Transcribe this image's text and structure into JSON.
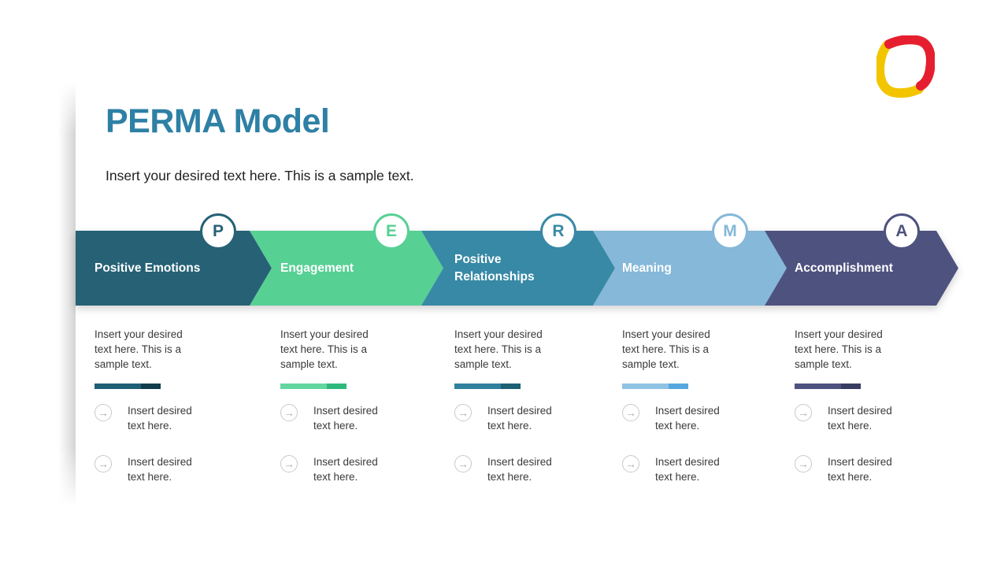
{
  "header": {
    "title": "PERMA Model",
    "subtitle": "Insert your desired text here. This is a sample text."
  },
  "logo": {
    "red": "#E51F2F",
    "yellow": "#F2C500"
  },
  "icons": {
    "arrow_right": "→"
  },
  "model": {
    "stages": [
      {
        "letter": "P",
        "title": "Positive Emotions",
        "color": "#266176",
        "bar_light": "#1F5F76",
        "bar_dark": "#123D4D",
        "description": "Insert your desired\ntext here. This is a\nsample text.",
        "bullets": [
          "Insert desired\ntext here.",
          "Insert desired\ntext here."
        ]
      },
      {
        "letter": "E",
        "title": "Engagement",
        "color": "#57D094",
        "bar_light": "#62D69E",
        "bar_dark": "#2FB87E",
        "description": "Insert your desired\ntext here. This is a\nsample text.",
        "bullets": [
          "Insert desired\ntext here.",
          "Insert desired\ntext here."
        ]
      },
      {
        "letter": "R",
        "title": "Positive\nRelationships",
        "color": "#3889A6",
        "bar_light": "#2F809D",
        "bar_dark": "#1D6073",
        "description": "Insert your desired\ntext here. This is a\nsample text.",
        "bullets": [
          "Insert desired\ntext here.",
          "Insert desired\ntext here."
        ]
      },
      {
        "letter": "M",
        "title": "Meaning",
        "color": "#85B8D9",
        "bar_light": "#8FC3E4",
        "bar_dark": "#55A7DE",
        "description": "Insert your desired\ntext here. This is a\nsample text.",
        "bullets": [
          "Insert desired\ntext here.",
          "Insert desired\ntext here."
        ]
      },
      {
        "letter": "A",
        "title": "Accomplishment",
        "color": "#4E527F",
        "bar_light": "#4E5280",
        "bar_dark": "#383C60",
        "description": "Insert your desired\ntext here. This is a\nsample text.",
        "bullets": [
          "Insert desired\ntext here.",
          "Insert desired\ntext here."
        ]
      }
    ]
  }
}
